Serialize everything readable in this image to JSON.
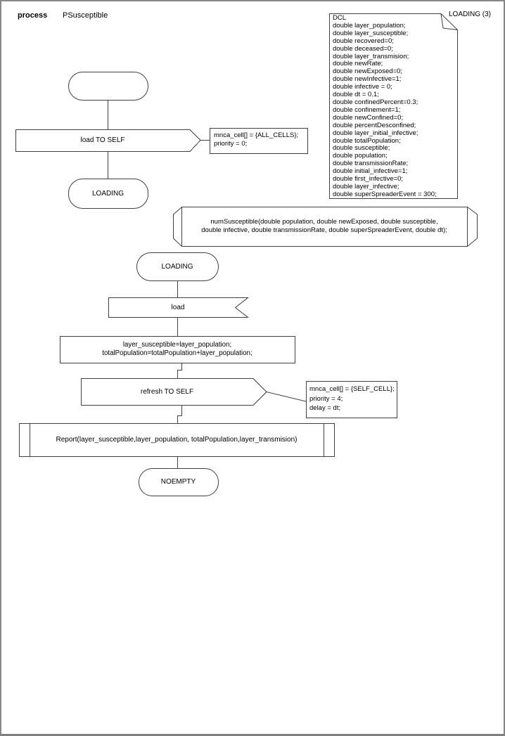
{
  "header": {
    "keyword": "process",
    "name": "PSusceptible",
    "partition_label": "LOADING (3)"
  },
  "declarations": {
    "lines": [
      "DCL",
      "double layer_population;",
      "double layer_susceptible;",
      "double recovered=0;",
      "double deceased=0;",
      "double layer_transmision;",
      "double newRate;",
      "double newExposed=0;",
      "double newInfective=1;",
      "double infective = 0;",
      "double dt = 0.1;",
      "double confinedPercent=0.3;",
      "double confinement=1;",
      "double newConfined=0;",
      "double percentDesconfined;",
      "double layer_initial_infective;",
      "double totalPopulation;",
      "double susceptible;",
      "double population;",
      "double transmissionRate;",
      "double initial_infective=1;",
      "double first_infective=0;",
      "double layer_infective;",
      "double superSpreaderEvent = 300;"
    ]
  },
  "flow1": {
    "output_label": "load TO SELF",
    "comment_lines": [
      "mnca_cell[] = {ALL_CELLS};",
      "priority = 0;"
    ],
    "state_label": "LOADING"
  },
  "procedure_declaration": {
    "lines": [
      "numSusceptible(double population, double newExposed, double susceptible,",
      "double infective, double transmissionRate, double superSpreaderEvent, double dt);"
    ]
  },
  "flow2": {
    "state_top_label": "LOADING",
    "input_label": "load",
    "task_lines": [
      "layer_susceptible=layer_population;",
      "totalPopulation=totalPopulation+layer_population;"
    ],
    "output_label": "refresh TO SELF",
    "comment_lines": [
      "mnca_cell[] = {SELF_CELL};",
      "priority = 4;",
      "delay = dt;"
    ],
    "procedure_call_label": "Report(layer_susceptible,layer_population, totalPopulation,layer_transmision)",
    "state_bottom_label": "NOEMPTY"
  },
  "colors": {
    "stroke": "#404040",
    "page_border": "#7f7f7f",
    "background": "#ffffff",
    "text": "#000000"
  }
}
